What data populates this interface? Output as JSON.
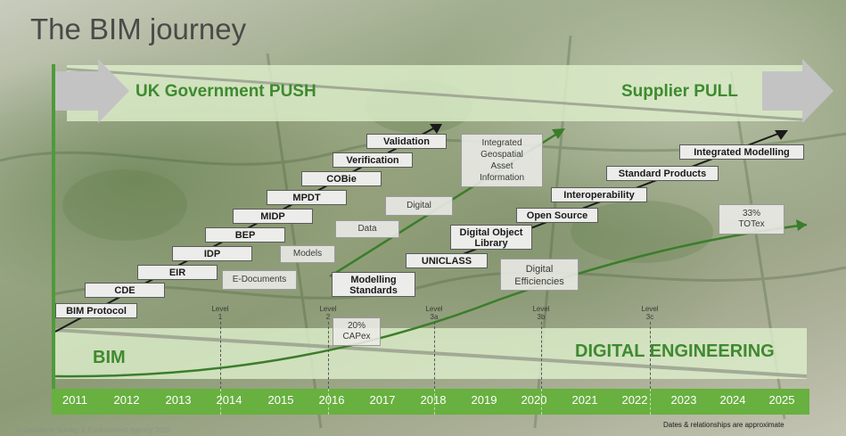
{
  "title": "The BIM journey",
  "banners": {
    "push": "UK Government PUSH",
    "pull": "Supplier PULL",
    "bim": "BIM",
    "digital_engineering": "DIGITAL ENGINEERING"
  },
  "steps": [
    "BIM Protocol",
    "CDE",
    "EIR",
    "IDP",
    "BEP",
    "MIDP",
    "MPDT",
    "COBie",
    "Verification",
    "Validation",
    "Modelling\nStandards",
    "UNICLASS",
    "Digital Object\nLibrary",
    "Open Source",
    "Interoperability",
    "Standard Products",
    "Integrated Modelling"
  ],
  "green_labels": [
    "E-Documents",
    "Models",
    "Data",
    "Digital",
    "Integrated\nGeospatial\nAsset\nInformation",
    "Digital\nEfficiencies",
    "20%\nCAPex",
    "33%\nTOTex"
  ],
  "levels": [
    "Level\n1",
    "Level\n2",
    "Level\n3a",
    "Level\n3b",
    "Level\n3c"
  ],
  "years": [
    "2011",
    "2012",
    "2013",
    "2014",
    "2015",
    "2016",
    "2017",
    "2018",
    "2019",
    "2020",
    "2021",
    "2022",
    "2023",
    "2024",
    "2025"
  ],
  "footnote": "Dates & relationships are approximate",
  "copyright": "© Ordnance Survey & Environment Agency 2016",
  "colors": {
    "accent_green": "#3e8a2f",
    "timeline_green": "#68b03f",
    "banner_fill": "#ddeecb"
  }
}
